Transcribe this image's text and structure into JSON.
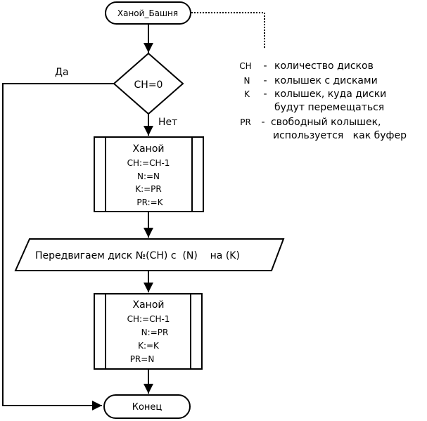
{
  "start_label": "Ханой_Башня",
  "decision": {
    "label": "CH=0",
    "yes_label": "Да",
    "no_label": "Нет"
  },
  "call1": {
    "title": "Ханой",
    "lines": [
      "CH:=CH-1",
      "N:=N",
      "K:=PR",
      "PR:=K"
    ]
  },
  "io": {
    "text": "Передвигаем диск №(CH) с  (N)    на (K)"
  },
  "call2": {
    "title": "Ханой",
    "lines": [
      "CH:=CH-1",
      "N:=PR",
      "K:=K",
      "PR=N"
    ]
  },
  "end_label": "Конец",
  "legend": [
    {
      "key": "CH",
      "dash": "-",
      "text": "количество дисков"
    },
    {
      "key": "N",
      "dash": "-",
      "text": "колышек с дисками"
    },
    {
      "key": "K",
      "dash": "-",
      "text": "колышек, куда диски"
    },
    {
      "key": "",
      "dash": "",
      "text": "будут перемещаться"
    },
    {
      "key": "PR",
      "dash": "-",
      "text": "свободный колышек,"
    },
    {
      "key": "",
      "dash": "",
      "text": "используется   как буфер"
    }
  ]
}
